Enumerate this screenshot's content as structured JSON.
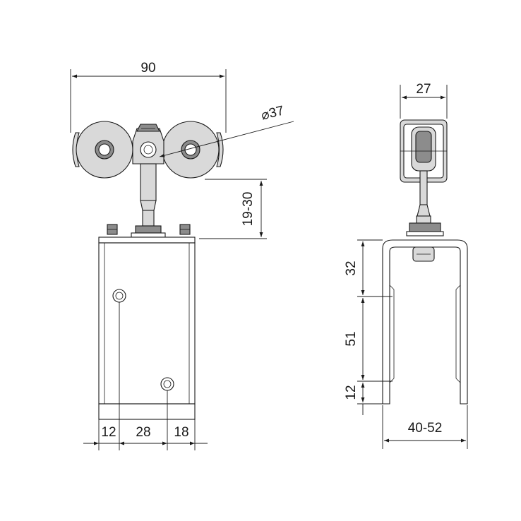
{
  "drawing": {
    "front_view": {
      "overall_width": "90",
      "wheel_diameter": "⌀37",
      "stem_height": "19-30",
      "hole_offset_left": "12",
      "hole_spacing": "28",
      "hole_offset_right": "18"
    },
    "side_view": {
      "wheel_width": "27",
      "slot_top": "32",
      "slot_middle": "51",
      "slot_bottom": "12",
      "bracket_width": "40-52"
    }
  },
  "colors": {
    "line": "#1a1a1a",
    "wheel_fill": "#d9d9d9",
    "background": "#ffffff"
  }
}
